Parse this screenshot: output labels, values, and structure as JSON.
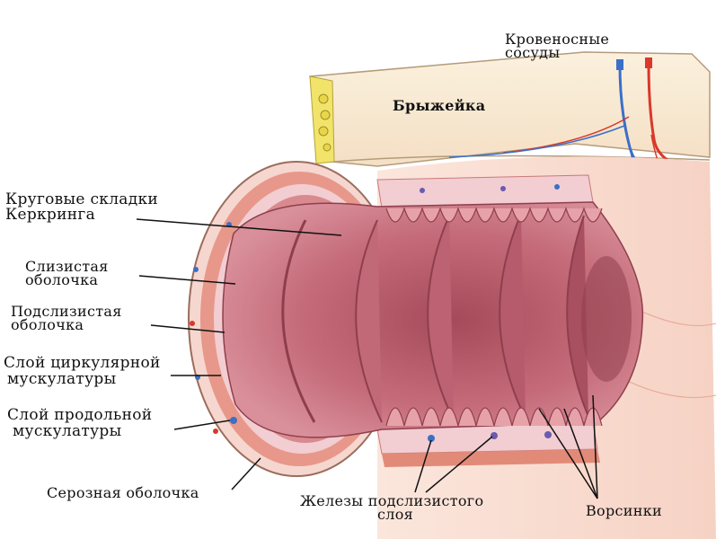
{
  "labels": {
    "blood_vessels": [
      "Кровеносные",
      "сосуды"
    ],
    "mesentery": "Брыжейка",
    "kerckring_folds": [
      "Круговые складки",
      "Керкринга"
    ],
    "mucosa": [
      "Слизистая",
      "оболочка"
    ],
    "submucosa": [
      "Подслизистая",
      "оболочка"
    ],
    "circular_muscle": [
      "Слой циркулярной",
      "мускулатуры"
    ],
    "longitudinal_muscle": [
      "Слой продольной",
      "мускулатуры"
    ],
    "serosa": "Серозная оболочка",
    "submucosal_glands": [
      "Железы подслизистого",
      "слоя"
    ],
    "villi": "Ворсинки"
  },
  "colors": {
    "mucosa": "#c96f7c",
    "mucosa_dark": "#8f3f4c",
    "muscle": "#e28a78",
    "submucosa": "#f2cdd2",
    "mesentery": "#f8e8cf",
    "fat": "#f2e46a",
    "artery": "#d9382b",
    "vein": "#3b6fc8"
  }
}
